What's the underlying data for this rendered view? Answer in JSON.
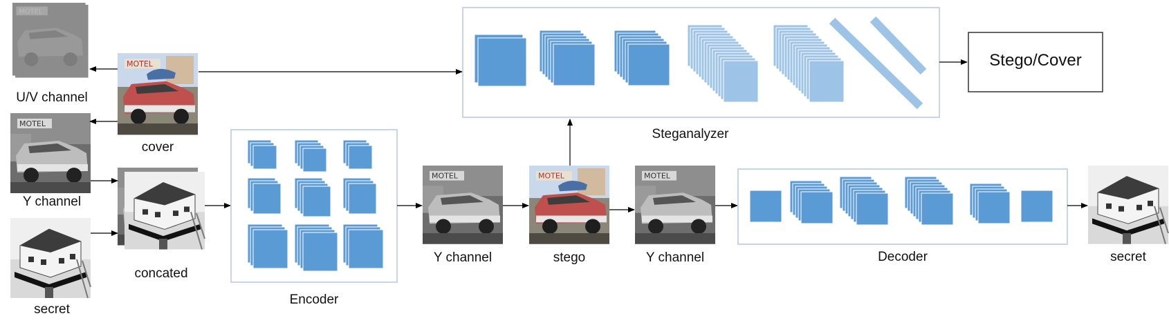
{
  "labels": {
    "uv_channel": "U/V channel",
    "cover": "cover",
    "y_channel_left": "Y channel",
    "secret_left": "secret",
    "concated": "concated",
    "encoder": "Encoder",
    "y_channel_mid": "Y channel",
    "stego": "stego",
    "y_channel_right": "Y channel",
    "decoder": "Decoder",
    "secret_right": "secret",
    "steganalyzer": "Steganalyzer",
    "output": "Stego/Cover"
  },
  "colors": {
    "layer_blue": "#5b9bd5",
    "layer_light": "#9dc3e6",
    "box_border": "#b4c7e7",
    "arrow": "#000000",
    "car_red": "#c0504d"
  }
}
